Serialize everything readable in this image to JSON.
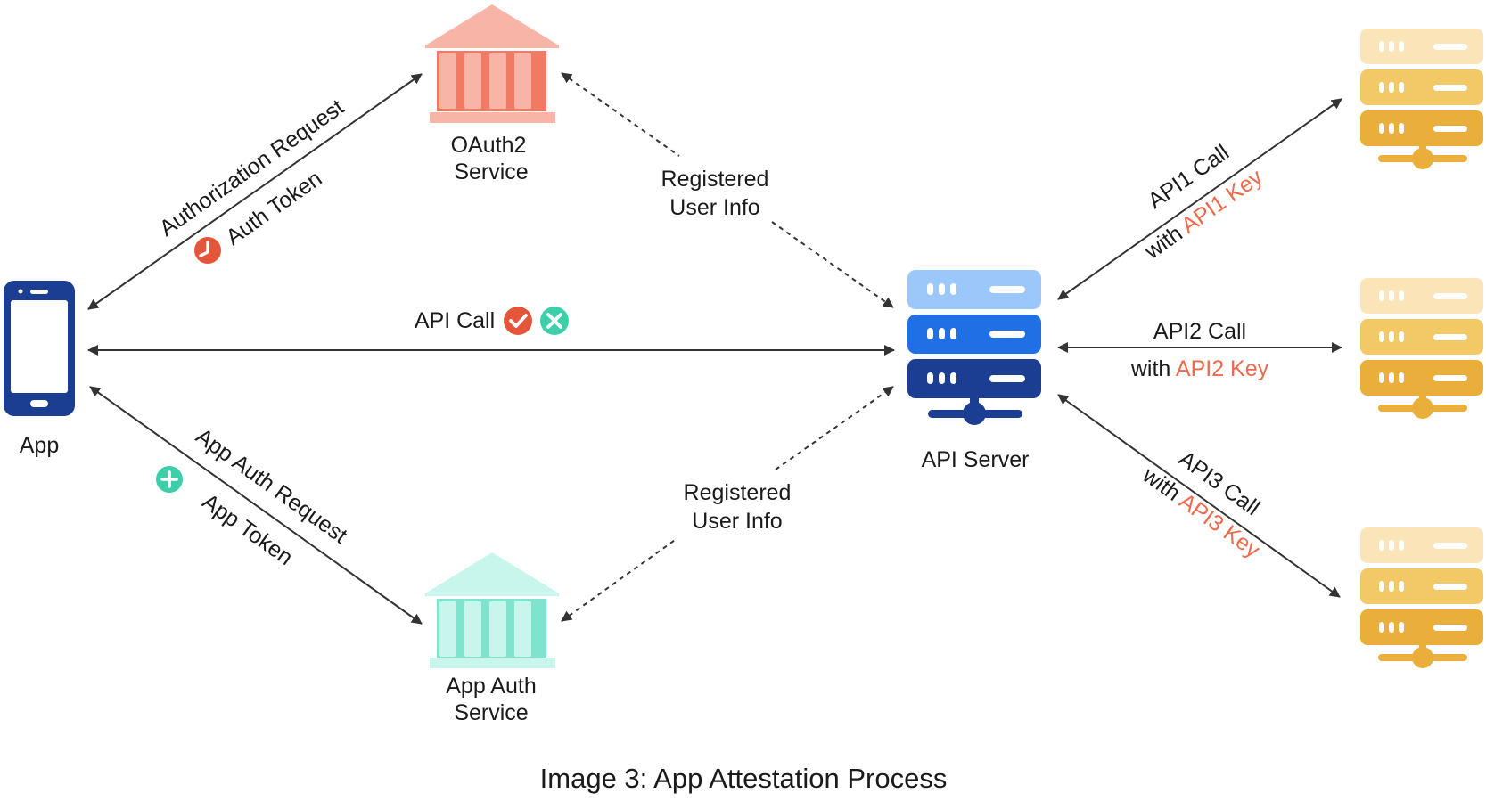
{
  "nodes": {
    "app": {
      "label": "App"
    },
    "oauth": {
      "label_line1": "OAuth2",
      "label_line2": "Service"
    },
    "app_auth": {
      "label_line1": "App Auth",
      "label_line2": "Service"
    },
    "api_server": {
      "label": "API Server"
    }
  },
  "edges": {
    "authorization_request": "Authorization Request",
    "auth_token": "Auth Token",
    "api_call": "API Call",
    "app_auth_request": "App Auth Request",
    "app_token": "App Token",
    "registered_top": {
      "line1": "Registered",
      "line2": "User Info"
    },
    "registered_bottom": {
      "line1": "Registered",
      "line2": "User Info"
    },
    "api1": {
      "line1": "API1 Call",
      "with": "with",
      "key": "API1 Key"
    },
    "api2": {
      "line1": "API2 Call",
      "with": "with",
      "key": "API2 Key"
    },
    "api3": {
      "line1": "API3 Call",
      "with": "with",
      "key": "API3 Key"
    }
  },
  "caption": "Image 3: App Attestation Process",
  "icons": {
    "auth_token_badge": "clock-icon",
    "api_call_valid": "check-circle-icon",
    "api_call_invalid": "x-circle-icon",
    "app_token_badge": "plus-circle-icon"
  },
  "colors": {
    "oauth": "#F07A63",
    "oauth_light": "#F8B4A6",
    "app_auth": "#7FE3CE",
    "app_auth_light": "#C9F6EC",
    "server_light": "#9CC7FA",
    "server_mid": "#1F6FE5",
    "server_dark": "#1B3E93",
    "phone": "#1B3E93",
    "backend_light": "#FBE5B8",
    "backend_mid": "#F3C867",
    "backend_dark": "#EAAE3B",
    "key_text": "#EE6A4C",
    "badge_red": "#E5553A",
    "badge_green": "#3CCFAA"
  }
}
